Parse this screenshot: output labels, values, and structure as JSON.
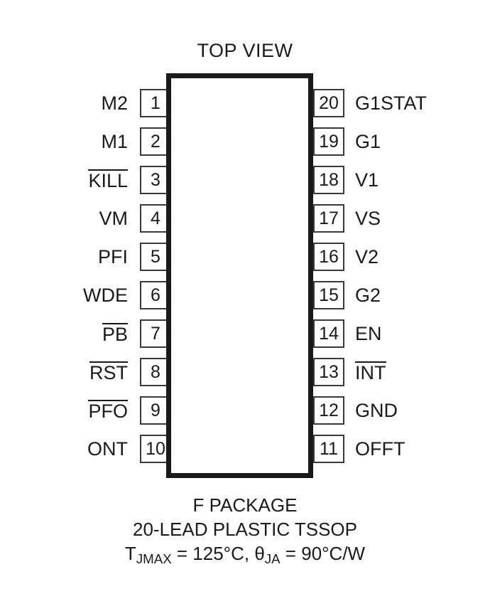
{
  "diagram": {
    "title": "TOP VIEW",
    "package_outline_label": "package-body",
    "pins_left": [
      {
        "number": "1",
        "label": "M2",
        "overline": false
      },
      {
        "number": "2",
        "label": "M1",
        "overline": false
      },
      {
        "number": "3",
        "label": "KILL",
        "overline": true
      },
      {
        "number": "4",
        "label": "VM",
        "overline": false
      },
      {
        "number": "5",
        "label": "PFI",
        "overline": false
      },
      {
        "number": "6",
        "label": "WDE",
        "overline": false
      },
      {
        "number": "7",
        "label": "PB",
        "overline": true
      },
      {
        "number": "8",
        "label": "RST",
        "overline": true
      },
      {
        "number": "9",
        "label": "PFO",
        "overline": true
      },
      {
        "number": "10",
        "label": "ONT",
        "overline": false
      }
    ],
    "pins_right": [
      {
        "number": "20",
        "label": "G1STAT",
        "overline": false
      },
      {
        "number": "19",
        "label": "G1",
        "overline": false
      },
      {
        "number": "18",
        "label": "V1",
        "overline": false
      },
      {
        "number": "17",
        "label": "VS",
        "overline": false
      },
      {
        "number": "16",
        "label": "V2",
        "overline": false
      },
      {
        "number": "15",
        "label": "G2",
        "overline": false
      },
      {
        "number": "14",
        "label": "EN",
        "overline": false
      },
      {
        "number": "13",
        "label": "INT",
        "overline": true
      },
      {
        "number": "12",
        "label": "GND",
        "overline": false
      },
      {
        "number": "11",
        "label": "OFFT",
        "overline": false
      }
    ],
    "caption": {
      "line1": "F PACKAGE",
      "line2": "20-LEAD PLASTIC TSSOP",
      "thermal": {
        "t_symbol": "T",
        "t_subscript": "JMAX",
        "t_value": " = 125°C, ",
        "theta_symbol": "θ",
        "theta_subscript": "JA",
        "theta_value": " = 90°C/W"
      }
    },
    "colors": {
      "ink": "#1a1a1a",
      "pin_border": "#3a3a3a",
      "background": "#ffffff"
    }
  }
}
